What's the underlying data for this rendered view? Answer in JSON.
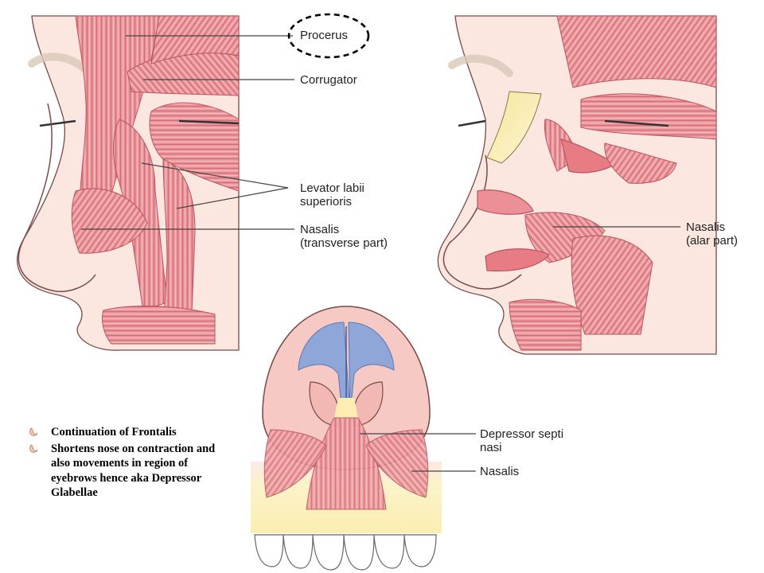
{
  "labels": {
    "procerus": "Procerus",
    "corrugator": "Corrugator",
    "levator": "Levator labii\nsuperioris",
    "nasalis_transverse": "Nasalis\n(transverse part)",
    "nasalis_alar": "Nasalis\n(alar part)",
    "depressor_septi": "Depressor septi\nnasi",
    "nasalis_bottom": "Nasalis"
  },
  "notes": [
    "Continuation of Frontalis",
    "Shortens nose on contraction and also movements in region of eyebrows hence aka Depressor Glabellae"
  ],
  "colors": {
    "muscle": "#e8898f",
    "muscle_dark": "#c9505c",
    "skin": "#fbe3dd",
    "outline": "#6b3a3a",
    "cartilage_blue": "#8fa7d8",
    "bone_yellow": "#fbeeb0",
    "leader_line": "#444444",
    "highlight_ring": "#000000"
  },
  "icons": [
    "bullet-drop-icon"
  ]
}
